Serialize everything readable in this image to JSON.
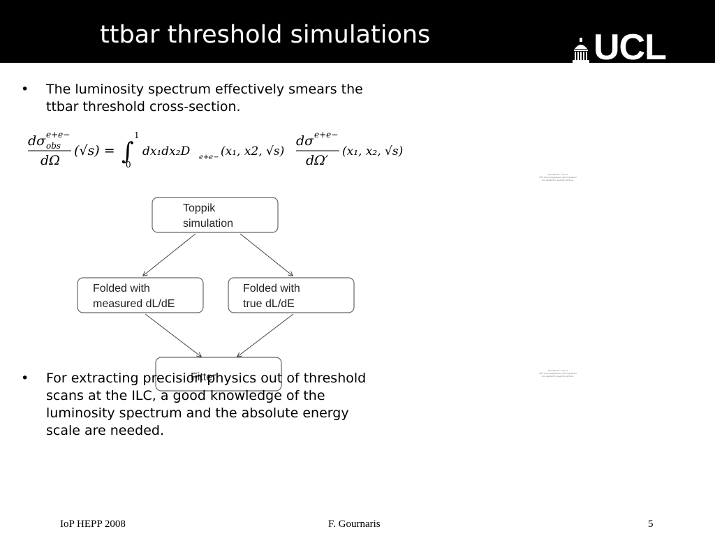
{
  "slide": {
    "title": "ttbar threshold simulations",
    "logo_text": "UCL",
    "bullets": [
      {
        "marker": "•",
        "text": "The luminosity spectrum effectively smears the\nttbar threshold cross-section."
      },
      {
        "marker": "•",
        "text": "For extracting precision physics out of threshold\nscans at the ILC, a good knowledge of the\nluminosity spectrum and the absolute energy\nscale are needed."
      }
    ],
    "formula": {
      "lhs_num": "dσ",
      "lhs_sup": "e+e−",
      "lhs_sub": "obs",
      "lhs_den": "dΩ",
      "lhs_arg": "(√s) =",
      "int_upper": "1",
      "int_lower": "0",
      "integrand": "dx₁dx₂D",
      "d_sub": "e+e−",
      "d_args": "(x₁, x2, √s)",
      "rhs_num": "dσ",
      "rhs_sup": "e+e−",
      "rhs_den": "dΩ′",
      "rhs_args": "(x₁, x₂, √s)"
    },
    "flowchart": {
      "top": "Toppik\nsimulation",
      "left": "Folded with\nmeasured dL/dE",
      "right": "Folded with\ntrue dL/dE",
      "bottom": "Fitter"
    },
    "placeholders": [
      "QuickTime™ and a\nTIFF (Uncompressed) decompressor\nare needed to see this picture.",
      "QuickTime™ and a\nTIFF (Uncompressed) decompressor\nare needed to see this picture."
    ]
  },
  "footer": {
    "left": "IoP HEPP 2008",
    "center": "F. Gournaris",
    "page": "5"
  }
}
